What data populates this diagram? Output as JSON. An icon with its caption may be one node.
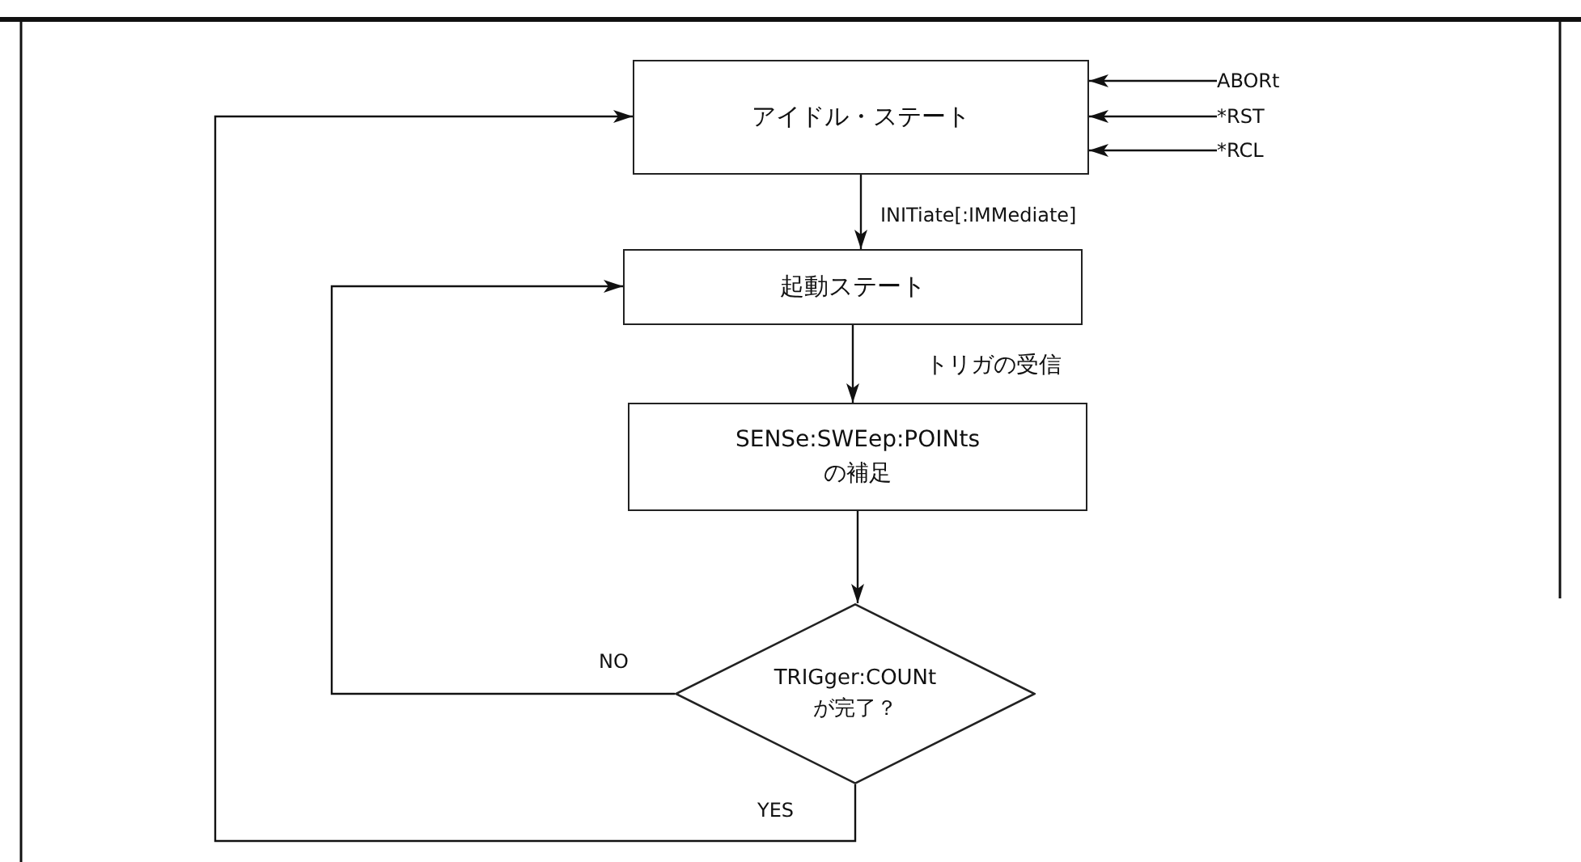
{
  "diagram": {
    "nodes": [
      {
        "text": [
          "アイドル・ステート"
        ]
      },
      {
        "text": [
          "起動ステート"
        ]
      },
      {
        "text": [
          "SENSe:SWEep:POINts の補足"
        ]
      },
      {
        "text": [
          "TRIGger:COUNt が完了？"
        ]
      },
      {
        "text": [
          "ABORt"
        ]
      },
      {
        "text": [
          "*RST"
        ]
      },
      {
        "text": [
          "*RCL"
        ]
      }
    ],
    "edges": [
      {
        "from": 4,
        "to": 0,
        "arrow": "to"
      },
      {
        "from": 5,
        "to": 0,
        "arrow": "to"
      },
      {
        "from": 6,
        "to": 0,
        "arrow": "to"
      },
      {
        "from": 0,
        "to": 1,
        "arrow": "to",
        "label": "INITiate[:IMMediate]"
      },
      {
        "from": 1,
        "to": 2,
        "arrow": "to",
        "label": "トリガの受信"
      },
      {
        "from": 2,
        "to": 3,
        "arrow": "to"
      },
      {
        "from": 3,
        "to": 1,
        "arrow": "to",
        "label": "NO"
      },
      {
        "from": 3,
        "to": 0,
        "arrow": "to",
        "label": "YES"
      }
    ]
  }
}
